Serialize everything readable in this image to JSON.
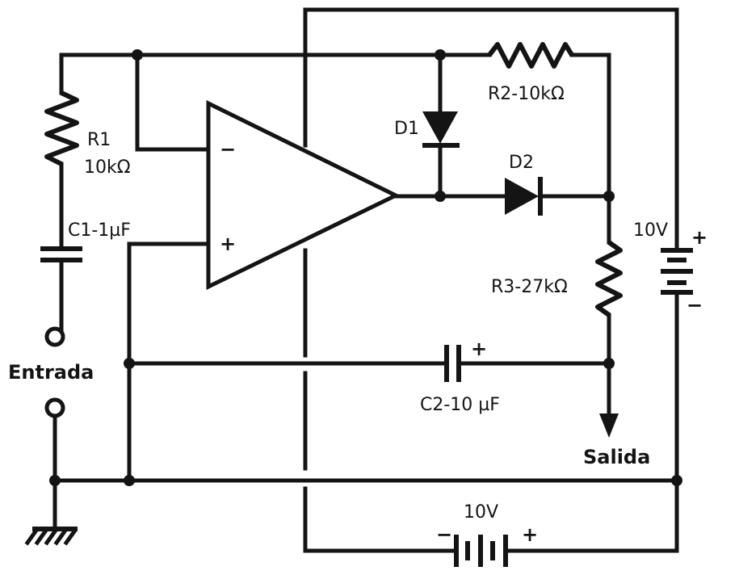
{
  "labels": {
    "r1_name": "R1",
    "r1_value": "10kΩ",
    "c1": "C1-1µF",
    "r2": "R2-10kΩ",
    "d1": "D1",
    "d2": "D2",
    "r3": "R3-27kΩ",
    "c2": "C2-10 µF",
    "c2_plus": "+",
    "input": "Entrada",
    "output": "Salida",
    "battery_right_voltage": "10V",
    "battery_right_plus": "+",
    "battery_right_minus": "−",
    "battery_bottom_voltage": "10V",
    "battery_bottom_minus": "−",
    "battery_bottom_plus": "+",
    "opamp_minus": "−",
    "opamp_plus": "+"
  }
}
